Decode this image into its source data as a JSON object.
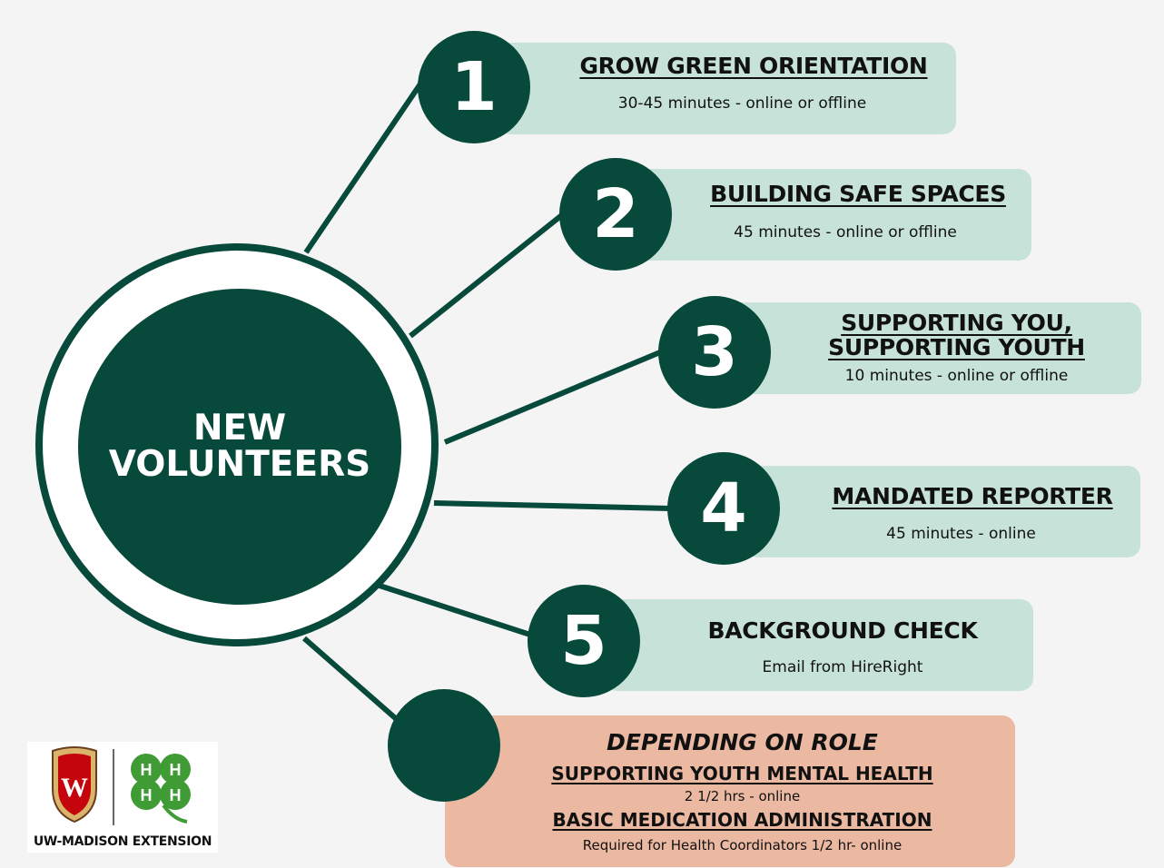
{
  "hub": {
    "line1": "NEW",
    "line2": "VOLUNTEERS"
  },
  "steps": [
    {
      "number": "1",
      "title": "GROW GREEN ORIENTATION",
      "subtitle": "30-45 minutes - online or offline"
    },
    {
      "number": "2",
      "title": "BUILDING SAFE SPACES",
      "subtitle": "45 minutes - online or offline"
    },
    {
      "number": "3",
      "title_line1": "SUPPORTING YOU,",
      "title_line2": "SUPPORTING YOUTH",
      "subtitle": "10 minutes - online or offline"
    },
    {
      "number": "4",
      "title": "MANDATED REPORTER",
      "subtitle": "45 minutes - online"
    },
    {
      "number": "5",
      "title": "BACKGROUND CHECK",
      "subtitle": "Email from HireRight"
    }
  ],
  "role": {
    "heading": "DEPENDING ON ROLE",
    "item1_title": "SUPPORTING YOUTH MENTAL HEALTH",
    "item1_detail": "2 1/2 hrs - online",
    "item2_title": "BASIC MEDICATION ADMINISTRATION",
    "item2_detail": "Required for Health Coordinators 1/2 hr- online"
  },
  "logo": {
    "caption": "UW-MADISON EXTENSION",
    "crest_letter": "W",
    "clover_letter": "H"
  },
  "colors": {
    "dark_green": "#07493a",
    "card_green": "#c7e2d9",
    "card_salmon": "#ebb9a2",
    "crest_red": "#c5050c",
    "clover_green": "#3f9c35"
  }
}
